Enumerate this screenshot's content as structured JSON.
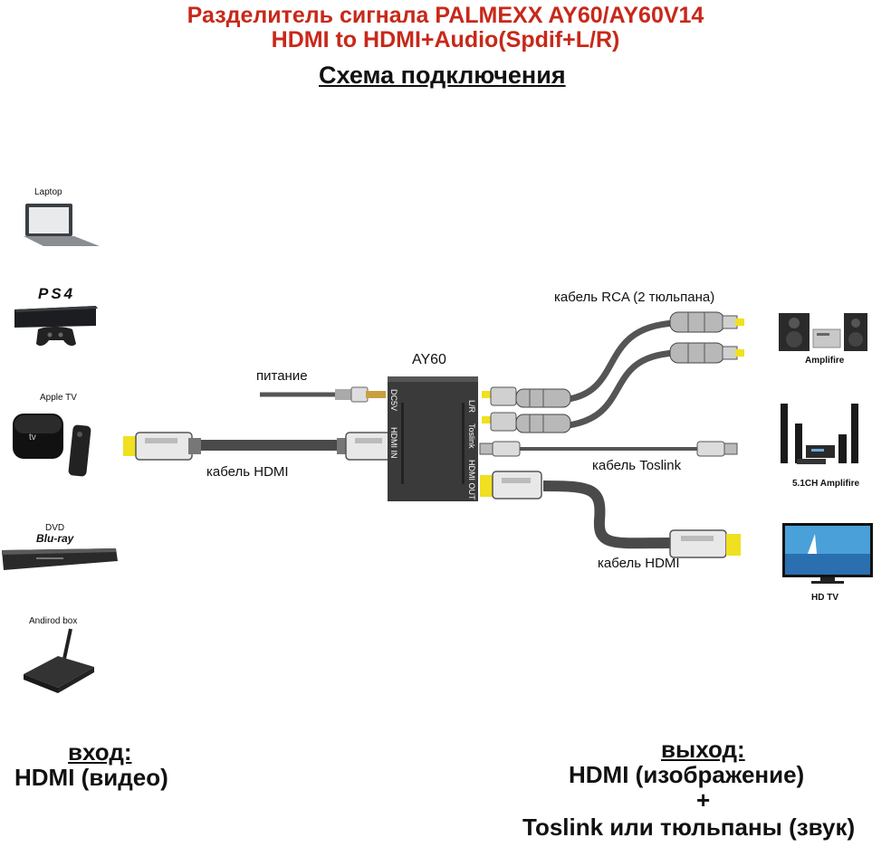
{
  "title": {
    "line1": "Разделитель сигнала PALMEXX AY60/AY60V14",
    "line2": "HDMI to HDMI+Audio(Spdif+L/R)",
    "scheme": "Схема подключения"
  },
  "sources": {
    "laptop": "Laptop",
    "ps4": "PS4",
    "apple_tv": "Apple TV",
    "dvd": "DVD",
    "bluray": "Blu-ray",
    "android_box": "Andirod box"
  },
  "device": {
    "name": "AY60",
    "port_dc": "DC5V",
    "port_hdmi_in": "HDMI IN",
    "port_lr": "L/R",
    "port_toslink": "Toslink",
    "port_hdmi_out": "HDMI OUT"
  },
  "cables": {
    "power": "питание",
    "hdmi_in": "кабель HDMI",
    "rca": "кабель RCA (2 тюльпана)",
    "toslink": "кабель Toslink",
    "hdmi_out": "кабель HDMI"
  },
  "outputs": {
    "amplifier": "Amplifire",
    "surround": "5.1CH Amplifire",
    "tv": "HD TV"
  },
  "bottom": {
    "input_heading": "вход:",
    "input_value": "HDMI (видео)",
    "output_heading": "выход:",
    "output_value": "HDMI (изображение)",
    "plus": "+",
    "output_audio": "Toslink или тюльпаны (звук)"
  },
  "colors": {
    "title_red": "#c8281a",
    "hdmi_gold": "#f0e020",
    "cable_gray": "#555555",
    "device_body": "#3a3a3a"
  }
}
